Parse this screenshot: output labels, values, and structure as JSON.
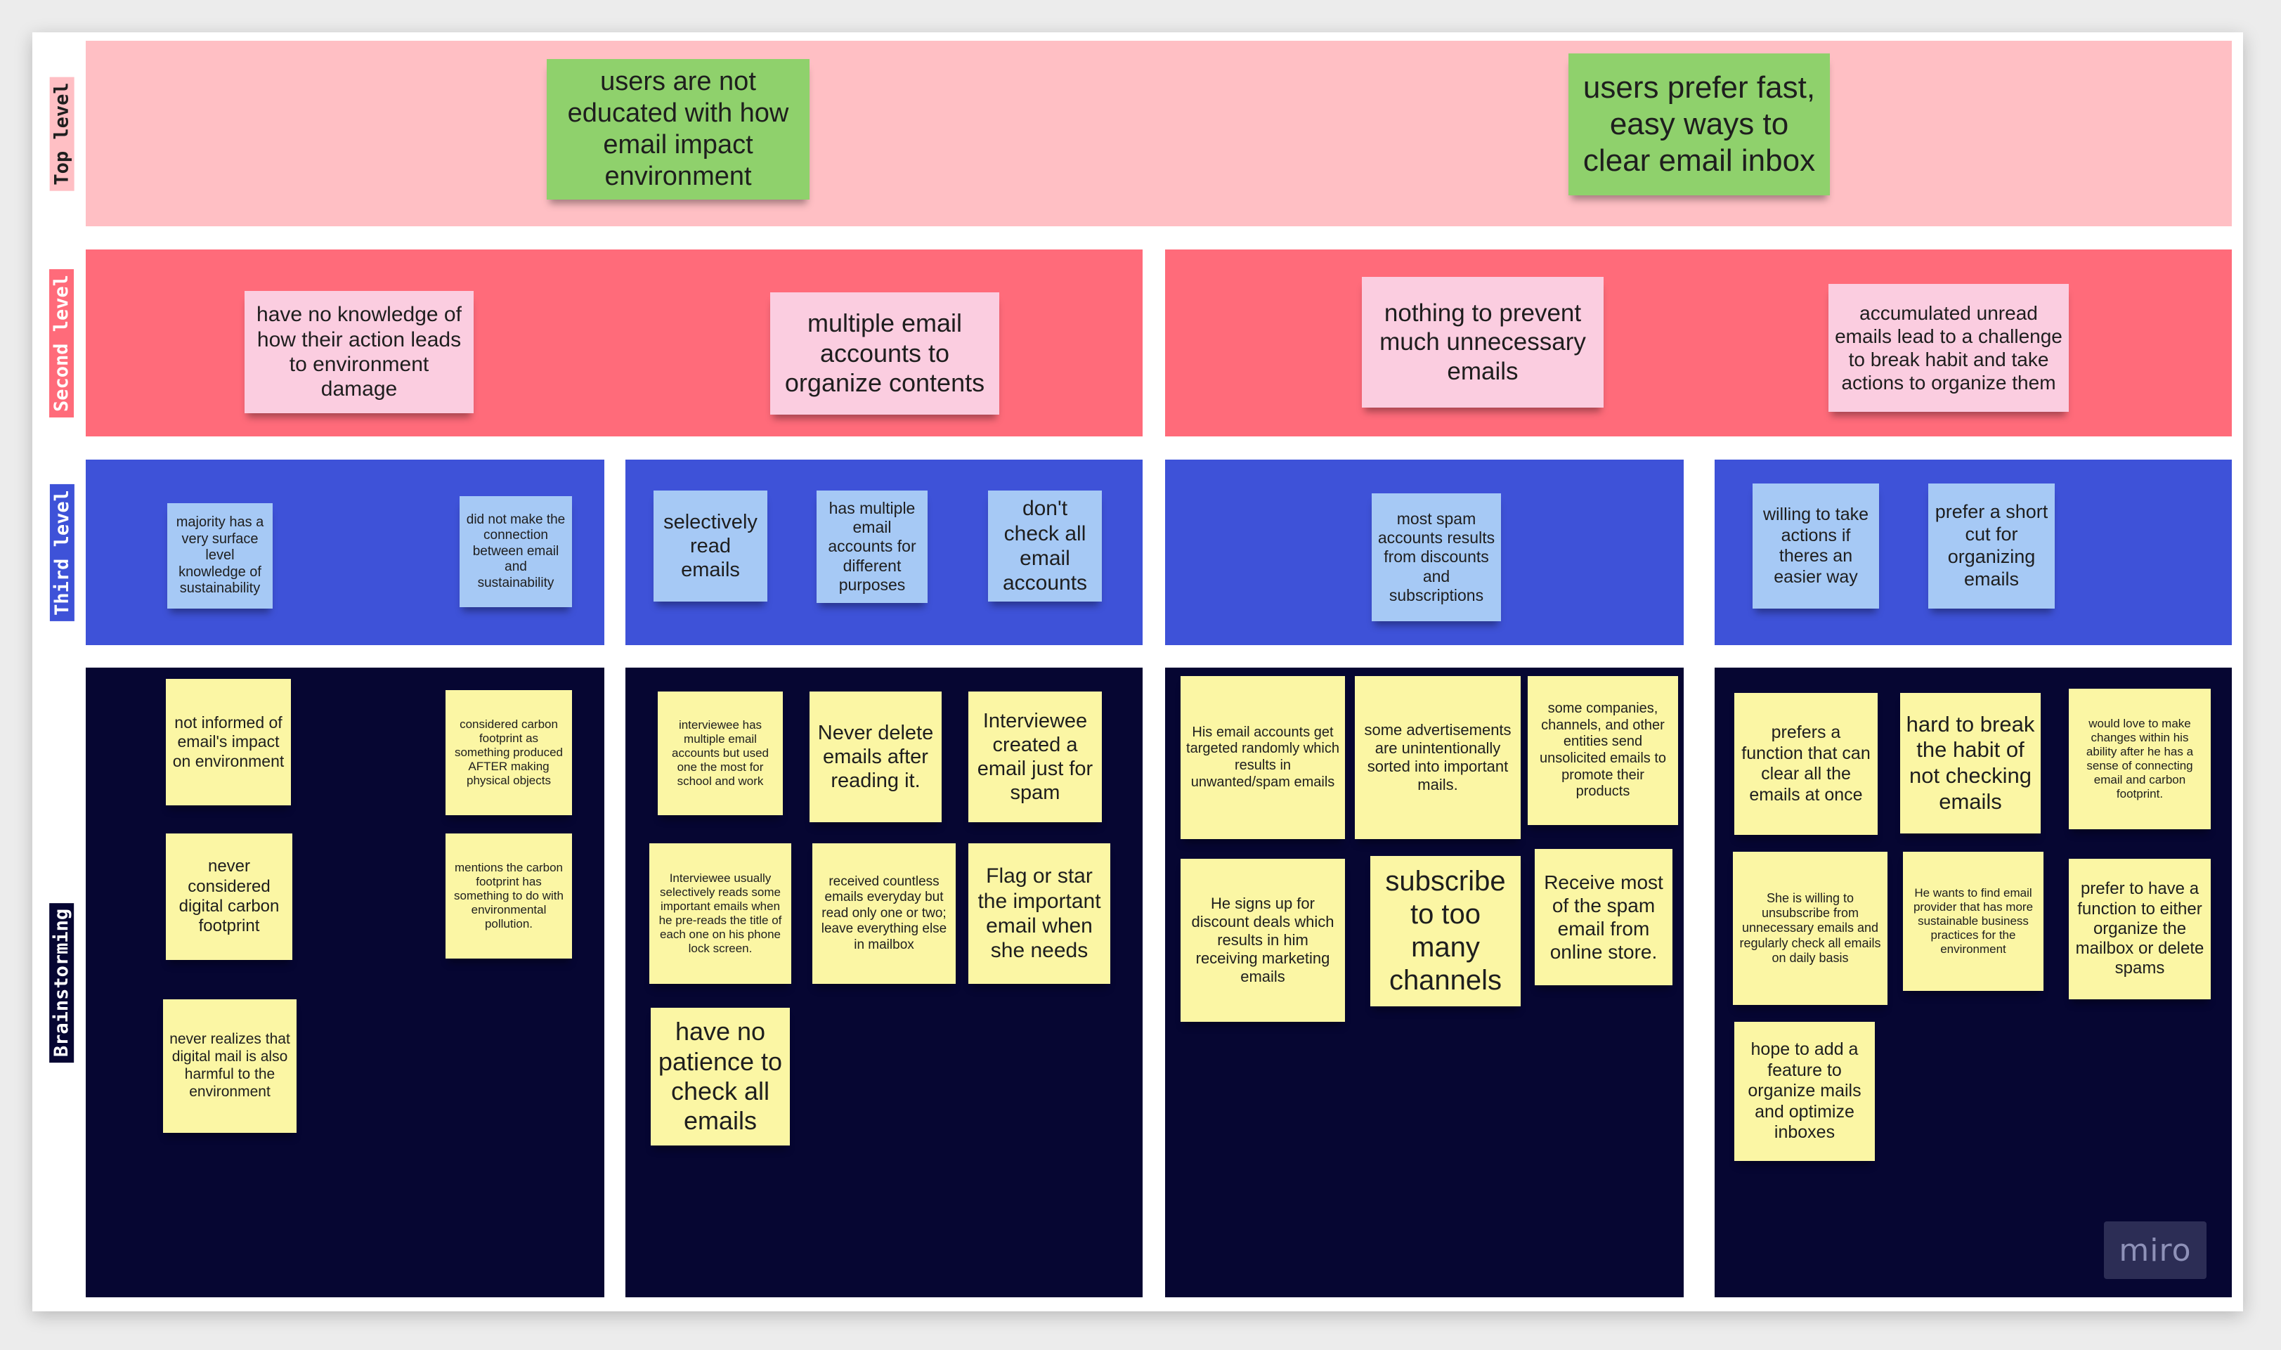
{
  "colors": {
    "top_band": "#ffbfc4",
    "second_band": "#ff6b7a",
    "third_band": "#3e52d8",
    "brainstorm_band": "#060632",
    "sticky_green": "#8fd16c",
    "sticky_pink": "#fbcde0",
    "sticky_blue": "#a6c9f5",
    "sticky_yellow": "#fbf6a4"
  },
  "rows": {
    "top": "Top level",
    "second": "Second level",
    "third": "Third level",
    "brainstorming": "Brainstorming"
  },
  "top_level": [
    "users are not educated with how email impact environment",
    "users prefer fast, easy ways to clear email inbox"
  ],
  "second_level": [
    "have no knowledge of how their action leads to environment damage",
    "multiple email accounts to organize contents",
    "nothing to prevent much unnecessary emails",
    "accumulated unread emails lead to a challenge to break habit and take actions to organize them"
  ],
  "third_level": [
    "majority has a very surface level knowledge of sustainability",
    "did not make the connection between email and sustainability",
    "selectively read emails",
    "has multiple email accounts for different purposes",
    "don't check all email accounts",
    "most spam accounts results from discounts and subscriptions",
    "willing to take actions if theres an easier way",
    "prefer a short cut for organizing emails"
  ],
  "brainstorming": [
    "not informed of email's impact on environment",
    "considered carbon footprint as something produced AFTER making physical objects",
    "never considered digital carbon footprint",
    "mentions the carbon footprint has something to do with environmental pollution.",
    "never realizes that digital mail is also harmful to the environment",
    "interviewee has multiple email accounts but used one the most for school and work",
    "Never delete emails after reading it.",
    "Interviewee created a email just for spam",
    "Interviewee usually selectively reads some important emails when he pre-reads the title of each one on his phone lock screen.",
    "received countless emails everyday but read only one or two; leave everything else in mailbox",
    "Flag or star the important email when she needs",
    "have no patience to check all emails",
    "His email accounts get targeted randomly which results in unwanted/spam emails",
    "some advertisements are unintentionally sorted into important mails.",
    "some companies, channels, and other entities send unsolicited emails to promote their products",
    "He signs up for discount deals which results in him receiving marketing emails",
    "subscribe to too many channels",
    "Receive most of the spam email from online store.",
    "prefers a function that can clear all the emails at once",
    "hard to break the habit of not checking emails",
    "would love to make changes within his ability after he has a sense of connecting email and carbon footprint.",
    "She is willing to unsubscribe from unnecessary emails and regularly check all emails on daily basis",
    "He wants to find email provider that has more sustainable business practices for the environment",
    "prefer to have a function to either organize the mailbox or delete spams",
    "hope to add a feature to organize mails and optimize inboxes"
  ],
  "logo": "miro"
}
